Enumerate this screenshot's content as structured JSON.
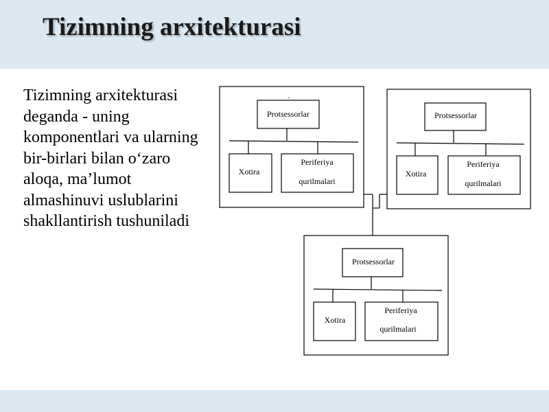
{
  "slide": {
    "title": "Tizimning arxitekturasi",
    "description": "Tizimning arxitekturasi deganda - uning komponentlari va ularning bir-birlari bilan o‘zaro aloqa, ma’lumot almashinuvi uslublarini shakllantirish tushuniladi"
  },
  "diagram": {
    "nodes": [
      {
        "processor": "Protsessorlar",
        "memory": "Xotira",
        "peripheral_line1": "Periferiya",
        "peripheral_line2": "qurilmalari",
        "mark": "."
      },
      {
        "processor": "Protsessorlar",
        "memory": "Xotira",
        "peripheral_line1": "Periferiya",
        "peripheral_line2": "qurilmalari"
      },
      {
        "processor": "Protsessorlar",
        "memory": "Xotira",
        "peripheral_line1": "Periferiya",
        "peripheral_line2": "qurilmalari"
      }
    ]
  },
  "colors": {
    "band": "#dce9f2",
    "text": "#000000"
  }
}
